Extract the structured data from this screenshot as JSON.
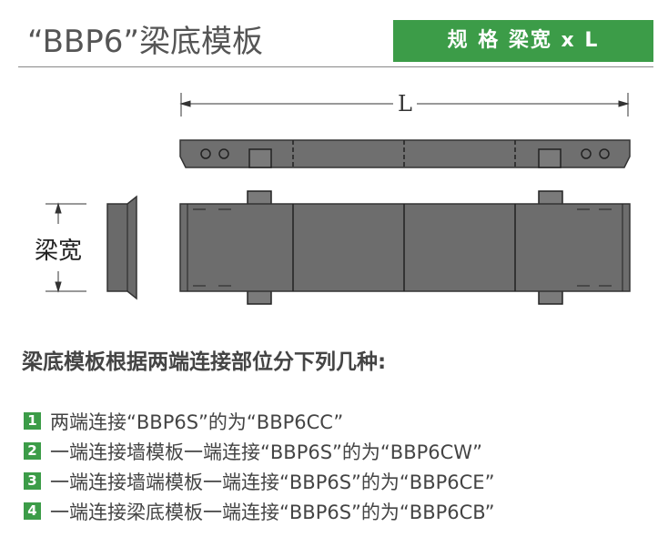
{
  "header": {
    "title": "“BBP6”梁底模板",
    "spec_badge": "规 格 梁宽 x L"
  },
  "drawing": {
    "length_label": "L",
    "width_label": "梁宽"
  },
  "section": {
    "heading": "梁底模板根据两端连接部位分下列几种:"
  },
  "items": [
    {
      "num": "1",
      "text": "两端连接“BBP6S”的为“BBP6CC”"
    },
    {
      "num": "2",
      "text": "一端连接墙模板一端连接“BBP6S”的为“BBP6CW”"
    },
    {
      "num": "3",
      "text": "一端连接墙端模板一端连接“BBP6S”的为“BBP6CE”"
    },
    {
      "num": "4",
      "text": "一端连接梁底模板一端连接“BBP6S”的为“BBP6CB”"
    }
  ],
  "colors": {
    "accent": "#3c9c48",
    "panel": "#707070"
  }
}
